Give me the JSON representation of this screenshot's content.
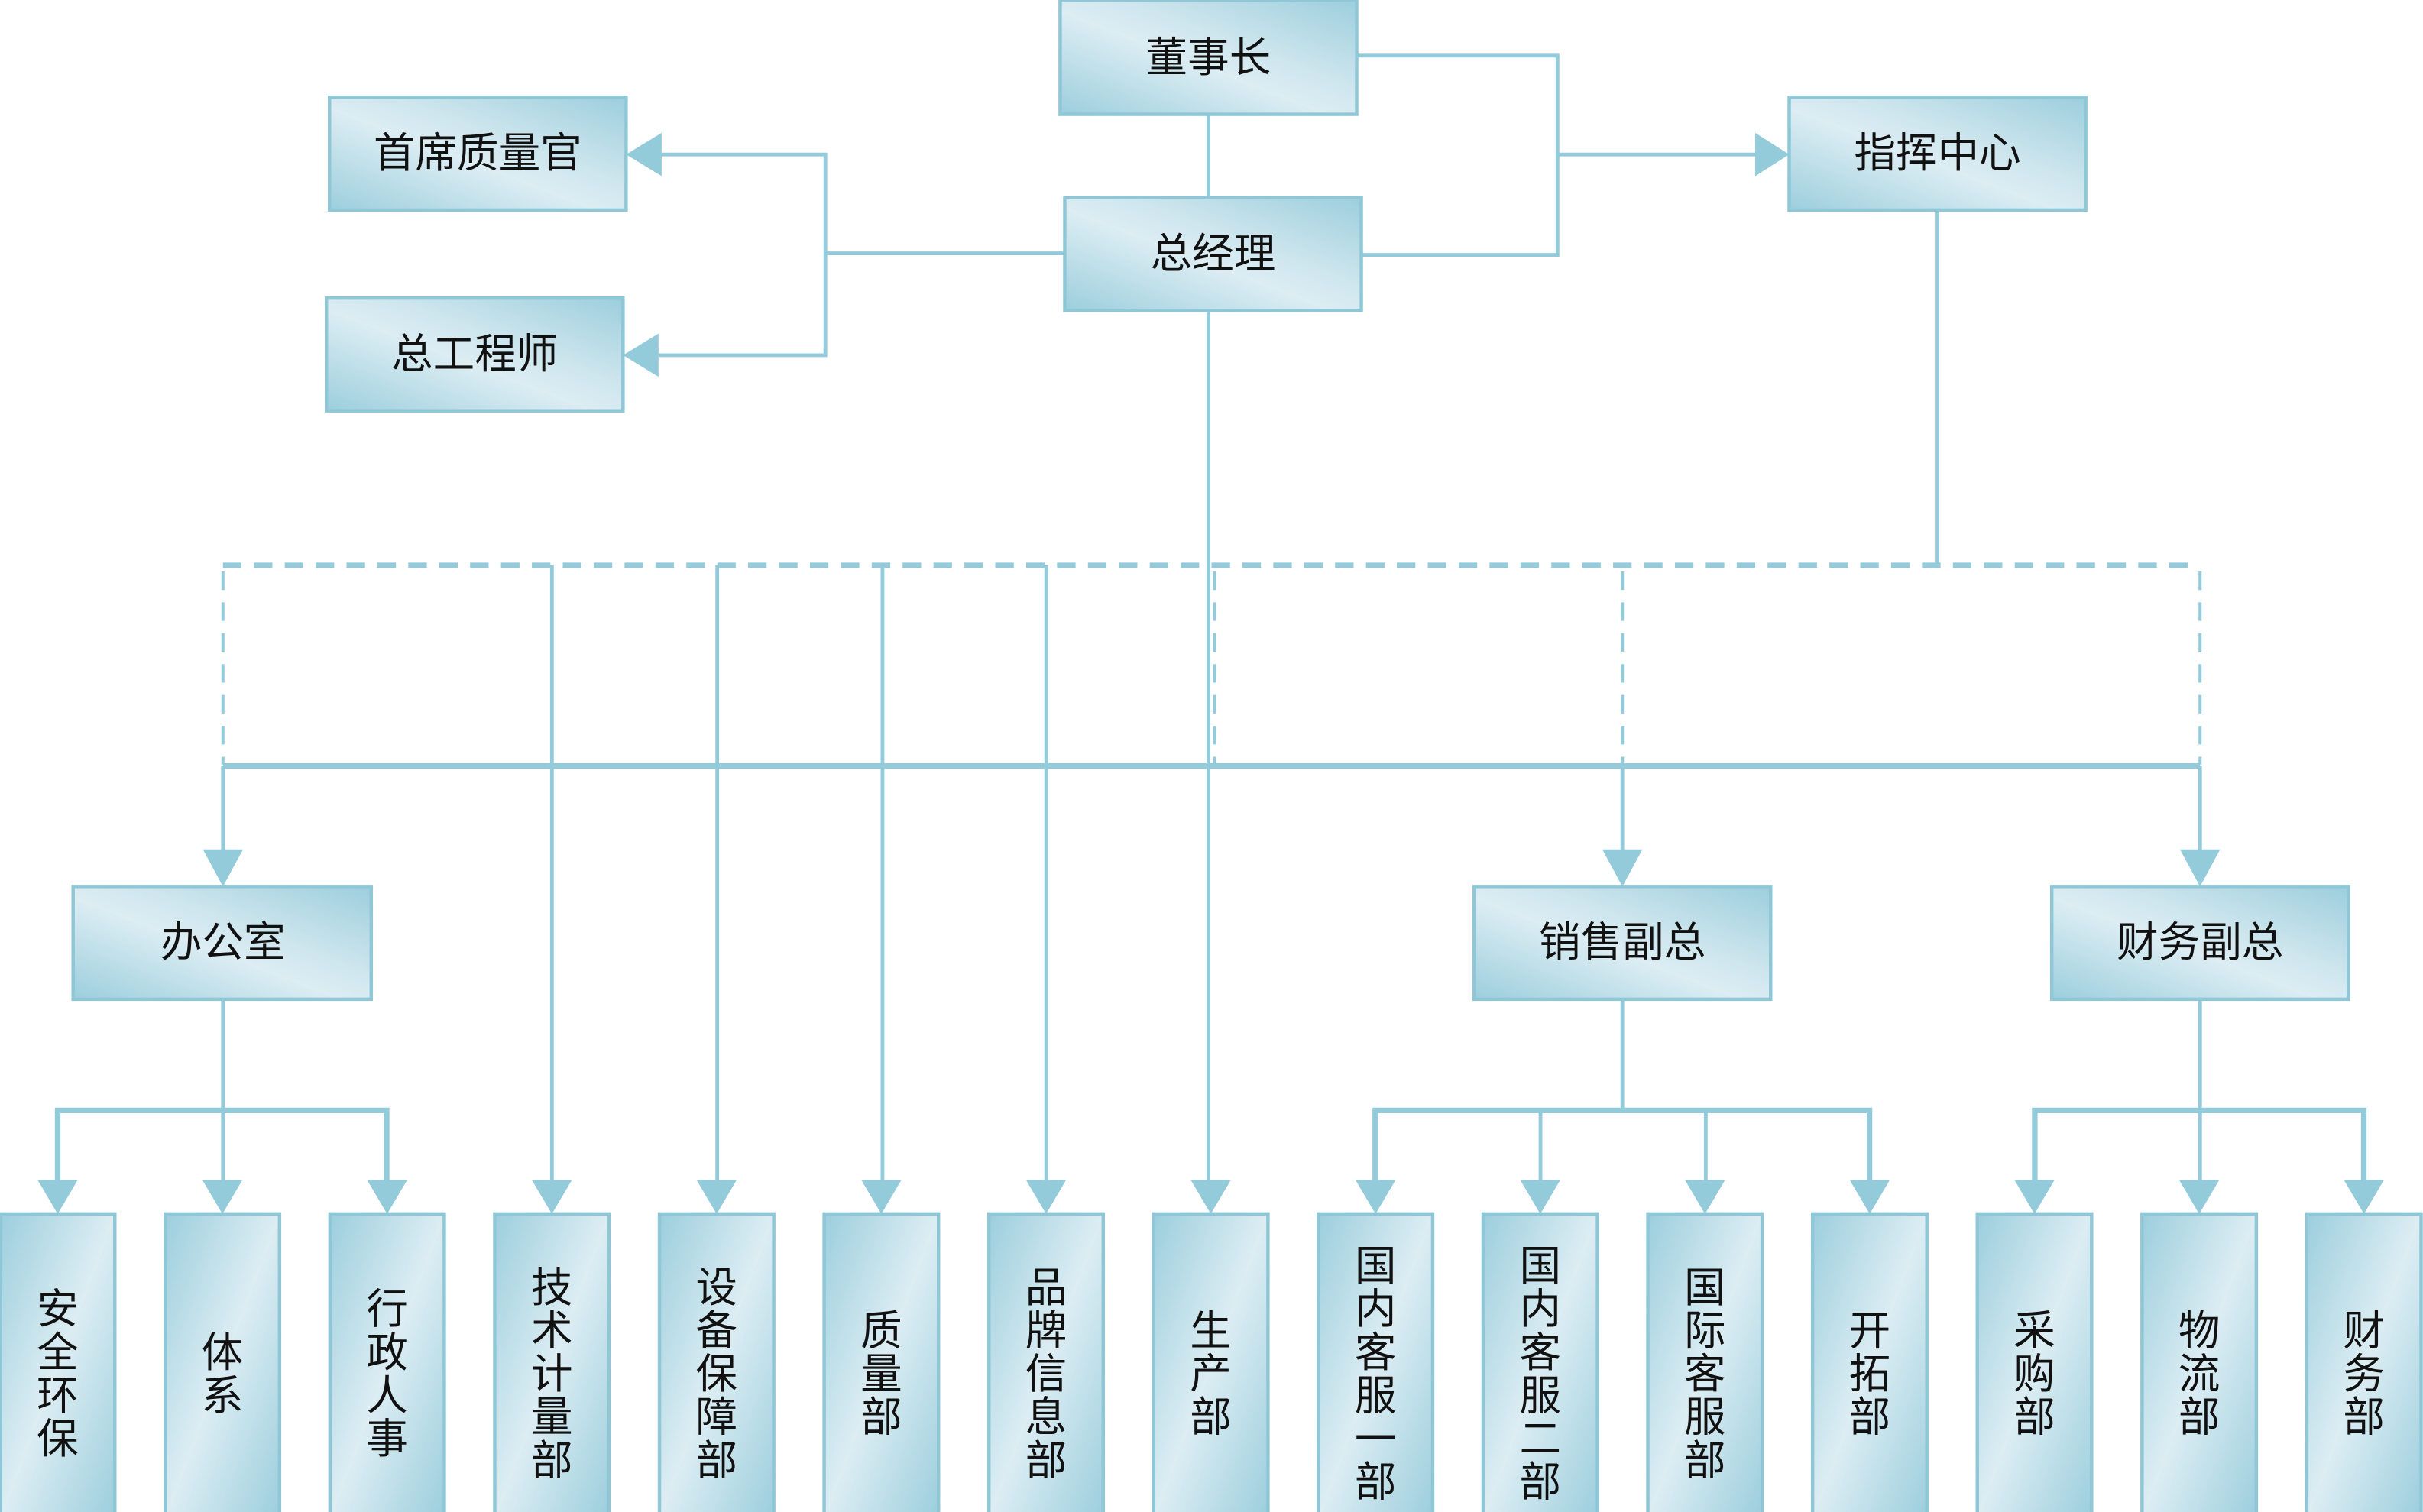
{
  "title": "组织结构图",
  "colors": {
    "box_gradient_dark": "#9ccedd",
    "box_gradient_light": "#dcedf3",
    "connector": "#93cbdb",
    "text": "#111111"
  },
  "top_nodes": {
    "chairman": "董事长",
    "general_manager": "总经理",
    "chief_quality_officer": "首席质量官",
    "chief_engineer": "总工程师",
    "command_center": "指挥中心"
  },
  "mid_nodes": {
    "office": "办公室",
    "sales_vp": "销售副总",
    "finance_vp": "财务副总"
  },
  "departments": [
    {
      "label": "安全环保",
      "parent": "办公室"
    },
    {
      "label": "体系",
      "parent": "办公室"
    },
    {
      "label": "行政人事",
      "parent": "办公室"
    },
    {
      "label": "技术计量部",
      "parent": "总经理"
    },
    {
      "label": "设备保障部",
      "parent": "总经理"
    },
    {
      "label": "质量部",
      "parent": "总经理"
    },
    {
      "label": "品牌信息部",
      "parent": "总经理"
    },
    {
      "label": "生产部",
      "parent": "总经理"
    },
    {
      "label": "国内客服一部",
      "parent": "销售副总"
    },
    {
      "label": "国内客服二部",
      "parent": "销售副总"
    },
    {
      "label": "国际客服部",
      "parent": "销售副总"
    },
    {
      "label": "开拓部",
      "parent": "销售副总"
    },
    {
      "label": "采购部",
      "parent": "财务副总"
    },
    {
      "label": "物流部",
      "parent": "财务副总"
    },
    {
      "label": "财务部",
      "parent": "财务副总"
    }
  ]
}
